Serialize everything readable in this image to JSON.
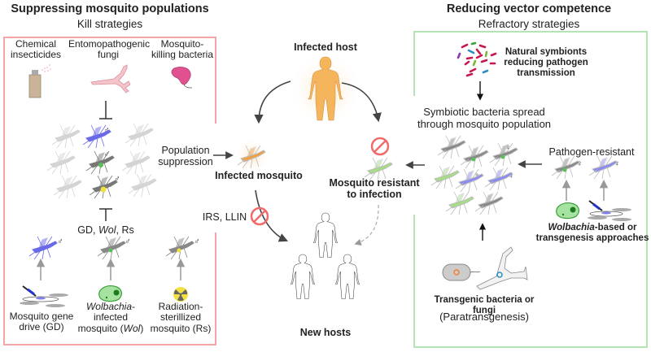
{
  "left_panel": {
    "title": "Suppressing mosquito populations",
    "subtitle": "Kill strategies",
    "border_color": "#f4a5a5",
    "kill_methods": [
      {
        "label_line1": "Chemical",
        "label_line2": "insecticides",
        "icon": "spray-can-icon"
      },
      {
        "label_line1": "Entomopathogenic",
        "label_line2": "fungi",
        "icon": "fungi-icon"
      },
      {
        "label_line1": "Mosquito-",
        "label_line2": "killing bacteria",
        "icon": "bacterium-icon"
      }
    ],
    "inhibitor_label_prefix": "GD, ",
    "inhibitor_label_italic": "Wol",
    "inhibitor_label_suffix": ", Rs",
    "male_symbol": "♂",
    "release_methods": [
      {
        "line1": "Mosquito gene",
        "line2": "drive (GD)",
        "icon": "gene-drive-icon"
      },
      {
        "line1_italic": "Wolbachia",
        "line1_suffix": "-",
        "line2": "infected",
        "line3_prefix": "mosquito (",
        "line3_italic": "Wol",
        "line3_suffix": ")",
        "icon": "wolbachia-cell-icon"
      },
      {
        "line1": "Radiation-",
        "line2": "sterillized",
        "line3": "mosquito (Rs)",
        "icon": "radiation-icon"
      }
    ]
  },
  "center": {
    "infected_host": "Infected host",
    "population_suppression_line1": "Population",
    "population_suppression_line2": "suppression",
    "infected_mosquito": "Infected mosquito",
    "resistant_line1": "Mosquito resistant",
    "resistant_line2": "to infection",
    "irs_llin": "IRS, LLIN",
    "new_hosts": "New hosts",
    "host_color": "#f5b55d",
    "block_color": "#f06b6b"
  },
  "right_panel": {
    "title": "Reducing vector competence",
    "subtitle": "Refractory strategies",
    "border_color": "#b5e3b5",
    "natural_symbionts_line1": "Natural symbionts",
    "natural_symbionts_line2": "reducing pathogen",
    "natural_symbionts_line3": "transmission",
    "spread_line1": "Symbiotic bacteria spread",
    "spread_line2": "through mosquito population",
    "pathogen_resistant": "Pathogen-resistant",
    "female_symbol": "♀",
    "approach_italic": "Wolbachia",
    "approach_line1_suffix": "-based or",
    "approach_line2": "transgenesis approaches",
    "transgenic": "Transgenic bacteria or fungi",
    "paratransgenesis": "(Paratransgenesis)"
  }
}
